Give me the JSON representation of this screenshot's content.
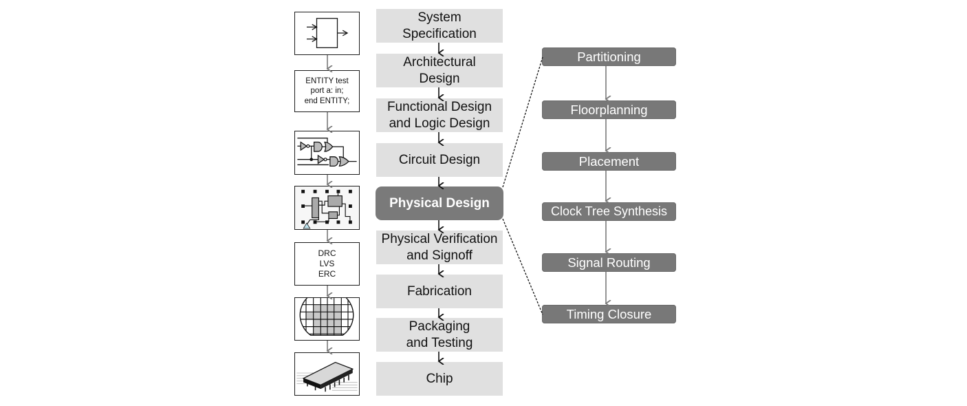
{
  "left_column": {
    "items": [
      {
        "icon": "block-diagram-icon"
      },
      {
        "icon": "hdl-code-text",
        "lines": [
          "ENTITY test",
          "port a: in;",
          "end ENTITY;"
        ]
      },
      {
        "icon": "logic-gates-icon"
      },
      {
        "icon": "layout-floorplan-icon"
      },
      {
        "icon": "verification-text",
        "lines": [
          "DRC",
          "LVS",
          "ERC"
        ]
      },
      {
        "icon": "wafer-icon"
      },
      {
        "icon": "chip-package-icon"
      }
    ]
  },
  "flow": {
    "steps": [
      {
        "lines": [
          "System",
          "Specification"
        ]
      },
      {
        "lines": [
          "Architectural",
          "Design"
        ]
      },
      {
        "lines": [
          "Functional Design",
          "and Logic Design"
        ]
      },
      {
        "lines": [
          "Circuit Design"
        ]
      },
      {
        "lines": [
          "Physical Design"
        ],
        "highlighted": true
      },
      {
        "lines": [
          "Physical Verification",
          "and Signoff"
        ]
      },
      {
        "lines": [
          "Fabrication"
        ]
      },
      {
        "lines": [
          "Packaging",
          "and Testing"
        ]
      },
      {
        "lines": [
          "Chip"
        ]
      }
    ]
  },
  "physical_design_substeps": {
    "items": [
      "Partitioning",
      "Floorplanning",
      "Placement",
      "Clock Tree Synthesis",
      "Signal Routing",
      "Timing Closure"
    ]
  },
  "colors": {
    "step_fill": "#e0e0e0",
    "highlight_fill": "#7a7a7a",
    "substep_fill": "#787878",
    "connector": "#7a7a7a"
  }
}
